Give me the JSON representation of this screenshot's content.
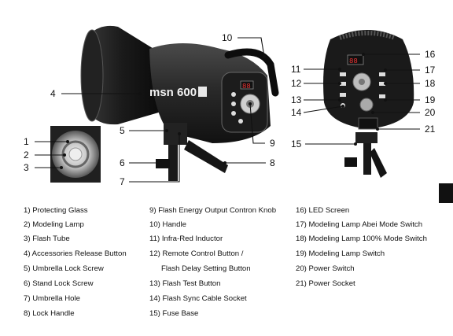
{
  "callouts": [
    "1",
    "2",
    "3",
    "4",
    "5",
    "6",
    "7",
    "8",
    "9",
    "10",
    "11",
    "12",
    "13",
    "14",
    "15",
    "16",
    "17",
    "18",
    "19",
    "20",
    "21"
  ],
  "brand_label": "msn 600",
  "led_display": "88",
  "legend": {
    "col1": [
      "1) Protecting Glass",
      "2) Modeling Lamp",
      "3) Flash Tube",
      "4) Accessories Release Button",
      "5) Umbrella Lock Screw",
      "6) Stand Lock Screw",
      "7) Umbrella Hole",
      "8) Lock Handle"
    ],
    "col2": [
      "9) Flash Energy Output Contron Knob",
      "10) Handle",
      "11) Infra-Red Inductor",
      "12) Remote Control Button /",
      "Flash Delay Setting Button",
      "13) Flash Test Button",
      "14) Flash Sync Cable Socket",
      "15) Fuse Base"
    ],
    "col3": [
      "16) LED Screen",
      "17) Modeling Lamp Abei Mode Switch",
      "18) Modeling Lamp 100% Mode Switch",
      "19) Modeling Lamp Switch",
      "20) Power Switch",
      "21) Power Socket"
    ]
  }
}
